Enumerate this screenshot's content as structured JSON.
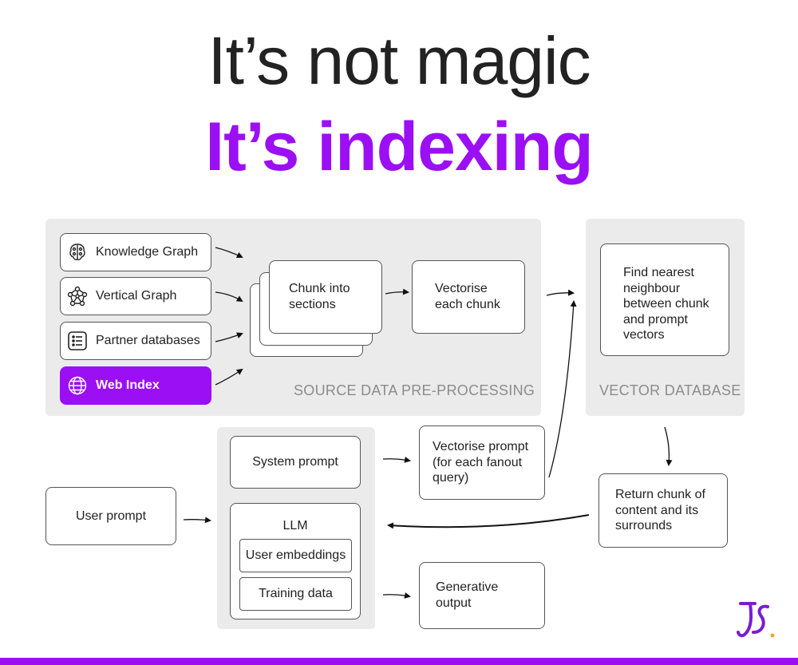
{
  "title": {
    "line1": "It’s not magic",
    "line2": "It’s indexing"
  },
  "sources": [
    {
      "label": "Knowledge Graph",
      "icon": "brain-icon"
    },
    {
      "label": "Vertical Graph",
      "icon": "network-icon"
    },
    {
      "label": "Partner databases",
      "icon": "list-icon"
    },
    {
      "label": "Web Index",
      "icon": "globe-icon"
    }
  ],
  "preprocessing": {
    "chunk": "Chunk into sections",
    "vectorise": "Vectorise each chunk",
    "label": "SOURCE DATA PRE-PROCESSING"
  },
  "vector_db": {
    "find": "Find nearest neighbour between chunk and prompt vectors",
    "label": "VECTOR DATABASE"
  },
  "flow": {
    "user_prompt": "User prompt",
    "system_prompt": "System prompt",
    "llm": "LLM",
    "user_embeddings": "User embeddings",
    "training_data": "Training data",
    "vectorise_prompt": "Vectorise prompt (for each fanout query)",
    "return_chunk": "Return chunk of content and its surrounds",
    "generative_output": "Generative output"
  },
  "colors": {
    "accent": "#9b0ff5",
    "panel": "#ebebeb",
    "border": "#555555"
  },
  "logo": "JS"
}
